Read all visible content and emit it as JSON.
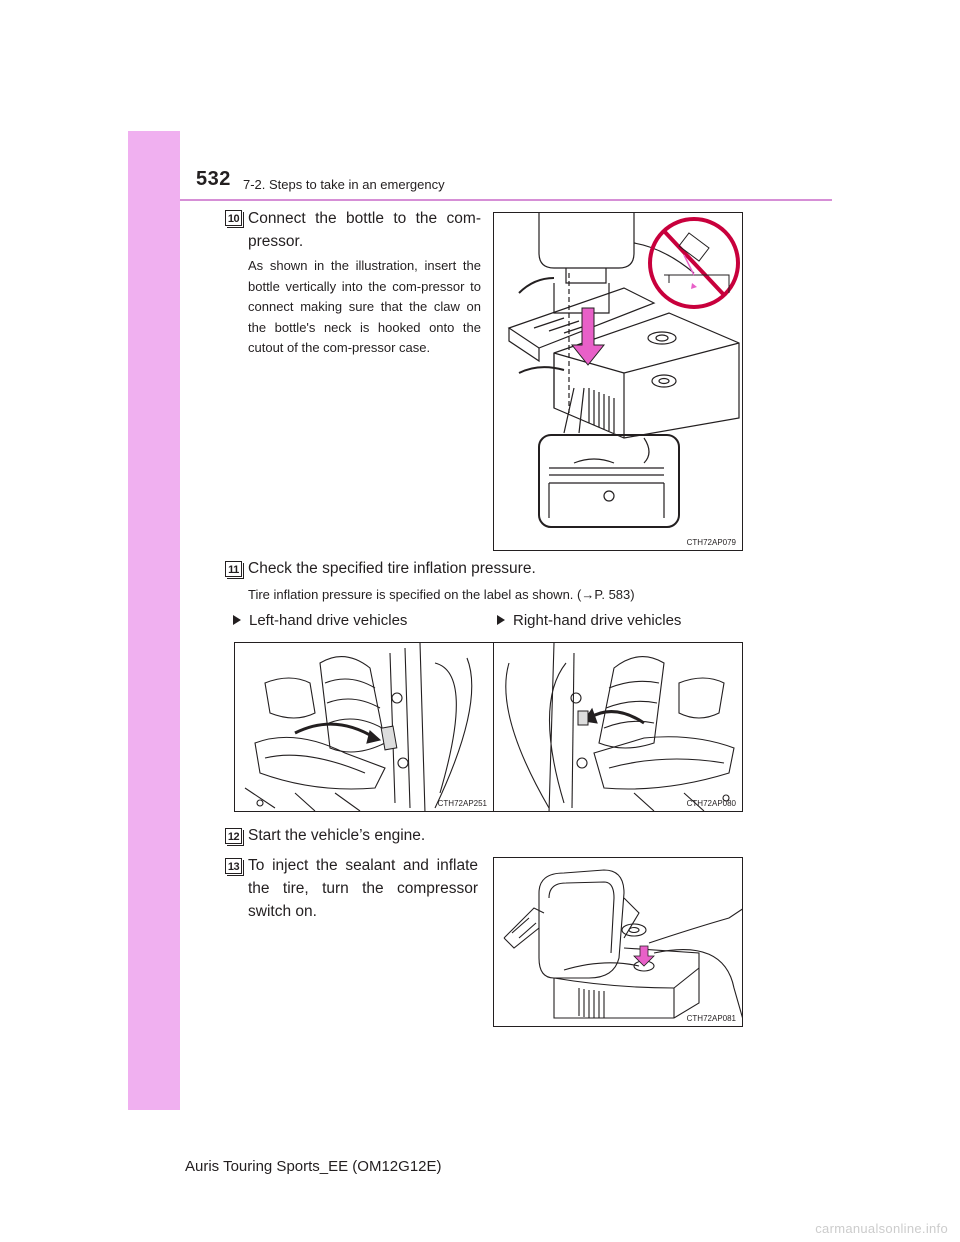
{
  "header": {
    "page_number": "532",
    "section": "7-2. Steps to take in an emergency"
  },
  "steps": [
    {
      "number": "10",
      "title": "Connect the bottle to the com-pressor.",
      "body": "As shown in the illustration, insert the bottle vertically into the com-pressor to connect making sure that the claw on the bottle's neck is hooked onto the cutout of the com-pressor case.",
      "figure_code": "CTH72AP079"
    },
    {
      "number": "11",
      "title": "Check the specified tire inflation pressure.",
      "body": "Tire inflation pressure is specified on the label as shown. (→P. 583)",
      "left_label": "Left-hand drive vehicles",
      "right_label": "Right-hand drive vehicles",
      "left_figure_code": "CTH72AP251",
      "right_figure_code": "CTH72AP080"
    },
    {
      "number": "12",
      "title": "Start the vehicle’s engine."
    },
    {
      "number": "13",
      "title": "To inject the sealant and inflate the tire, turn the compressor switch on.",
      "figure_code": "CTH72AP081"
    }
  ],
  "footer": {
    "model": "Auris Touring Sports_EE (OM12G12E)"
  },
  "watermark": "carmanualsonline.info",
  "colors": {
    "sidebar": "#f0b0f0",
    "header_rule": "#d68fd6",
    "arrow_magenta": "#e860c8",
    "prohibited_red": "#c8003c"
  }
}
